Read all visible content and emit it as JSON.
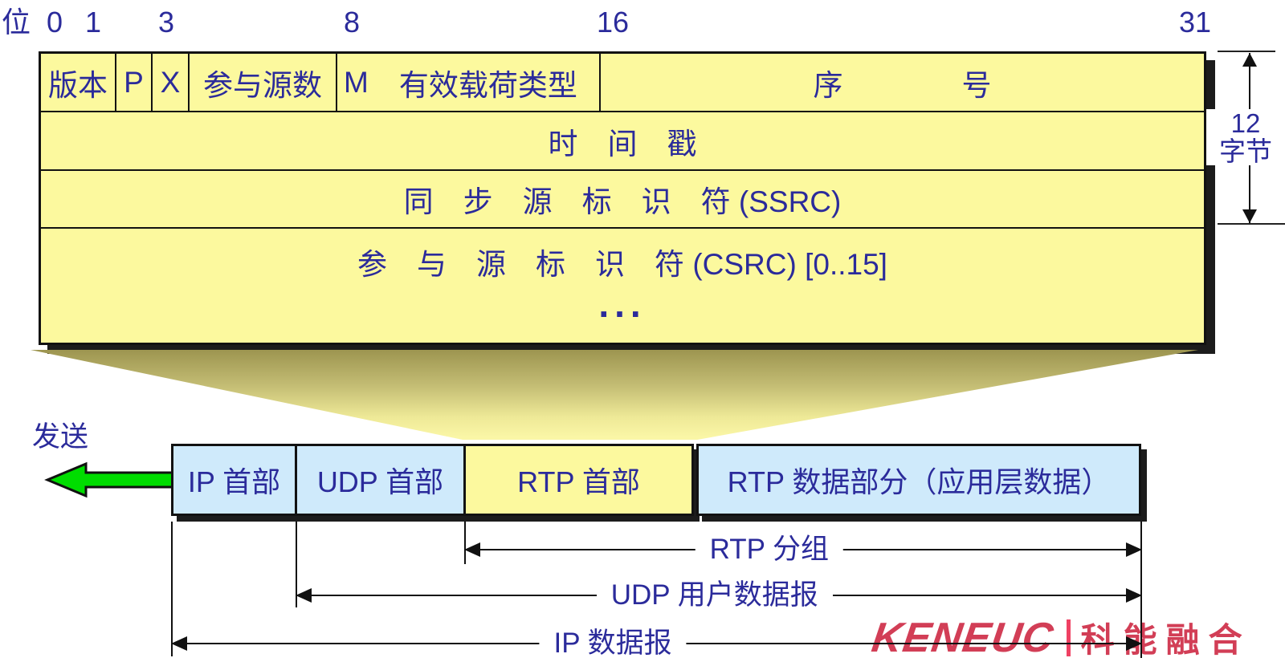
{
  "colors": {
    "table_fill": "#fcf99e",
    "box_blue": "#cfeafb",
    "text_navy": "#2b2b9b",
    "arrow_green": "#00dd00",
    "logo_red": "#d23e56"
  },
  "bit_ruler": {
    "prefix": "位",
    "b0": "0",
    "b1": "1",
    "b3": "3",
    "b8": "8",
    "b16": "16",
    "b31": "31"
  },
  "rtp_header": {
    "version": "版本",
    "p": "P",
    "x": "X",
    "csrc_count": "参与源数",
    "m": "M",
    "payload_type": "有效载荷类型",
    "sequence": "序　　　　号",
    "timestamp": "时　间　戳",
    "ssrc": "同　步　源　标　识　符 (SSRC)",
    "csrc": "参　与　源　标　识　符 (CSRC) [0..15]",
    "ellipsis": "..."
  },
  "size_note": {
    "value": "12",
    "unit": "字节"
  },
  "send_label": "发送",
  "packet_row": {
    "ip_header": "IP 首部",
    "udp_header": "UDP 首部",
    "rtp_header": "RTP 首部",
    "rtp_data": "RTP 数据部分（应用层数据）"
  },
  "span_labels": {
    "rtp_packet": "RTP 分组",
    "udp_datagram": "UDP 用户数据报",
    "ip_datagram": "IP 数据报"
  },
  "logo": {
    "latin": "KENEUC",
    "cjk": "科能融合"
  }
}
